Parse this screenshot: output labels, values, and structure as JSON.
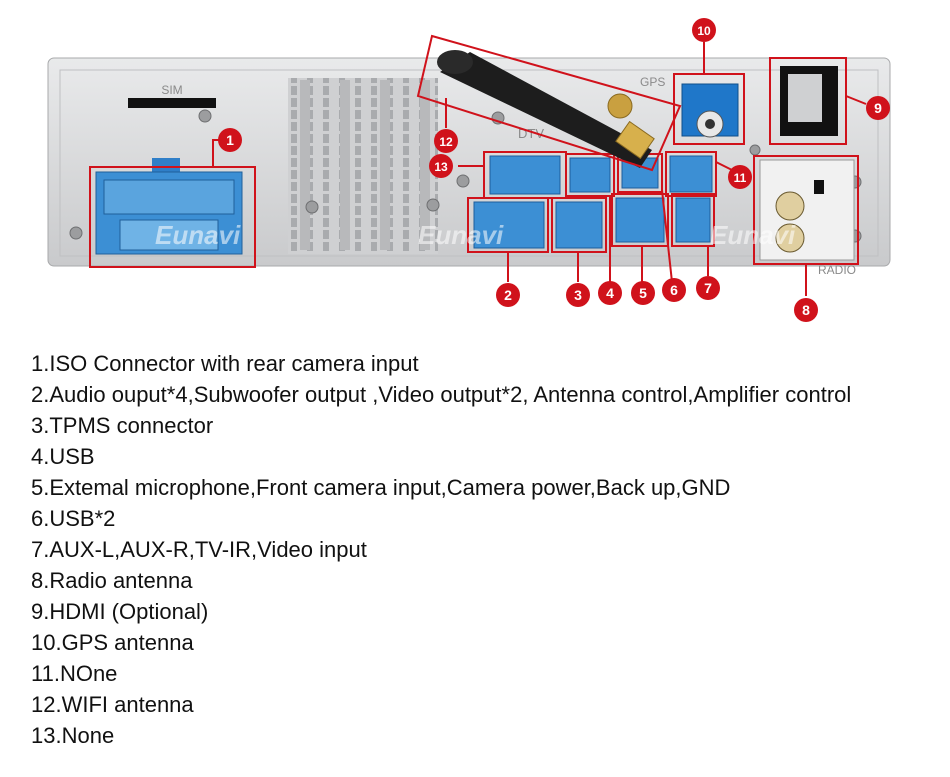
{
  "device_labels": {
    "sim": "SIM",
    "gps": "GPS",
    "dtv": "DTV",
    "radio": "RADIO"
  },
  "watermark": "Eunavi",
  "callouts": [
    "1",
    "2",
    "3",
    "4",
    "5",
    "6",
    "7",
    "8",
    "9",
    "10",
    "11",
    "12",
    "13"
  ],
  "legend": [
    "1.ISO Connector with rear camera input",
    "2.Audio ouput*4,Subwoofer output ,Video output*2, Antenna control,Amplifier control",
    "3.TPMS connector",
    "4.USB",
    "5.Extemal microphone,Front camera input,Camera power,Back up,GND",
    "6.USB*2",
    "7.AUX-L,AUX-R,TV-IR,Video input",
    "8.Radio antenna",
    "9.HDMI (Optional)",
    "10.GPS antenna",
    "11.NOne",
    "12.WIFI antenna",
    "13.None"
  ],
  "colors": {
    "callout_fill": "#d0121b",
    "connector_blue": "#3c8fd4",
    "panel": "#d9dadb",
    "gps_connector": "#1f77c9"
  }
}
